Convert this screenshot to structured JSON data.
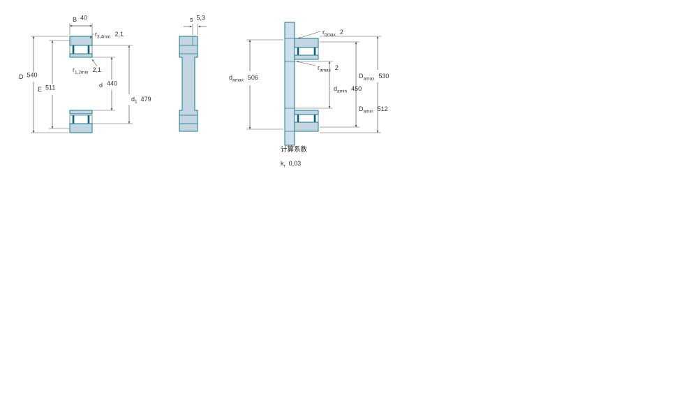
{
  "drawing": {
    "type": "cylindrical-roller-bearing-drawing",
    "colors": {
      "outline": "#1a768f",
      "ring_fill": "#c4d5e2",
      "housing_fill": "#cfdfeb",
      "cage_fill": "#0e5a74",
      "dimension_line": "#555555",
      "text": "#333333"
    },
    "dimensions": {
      "B": {
        "main": "B",
        "sub": "",
        "value": "40"
      },
      "r34min": {
        "main": "r",
        "sub": "3,4min",
        "value": "2,1"
      },
      "r12min": {
        "main": "r",
        "sub": "1,2min",
        "value": "2,1"
      },
      "d": {
        "main": "d",
        "sub": "",
        "value": "440"
      },
      "d1": {
        "main": "d",
        "sub": "1",
        "value": "479"
      },
      "D": {
        "main": "D",
        "sub": "",
        "value": "540"
      },
      "E": {
        "main": "E",
        "sub": "",
        "value": "511"
      },
      "s": {
        "main": "s",
        "sub": "",
        "value": "5,3"
      },
      "rbmax": {
        "main": "r",
        "sub": "bmax",
        "value": "2"
      },
      "ramax": {
        "main": "r",
        "sub": "amax",
        "value": "2"
      },
      "damax": {
        "main": "d",
        "sub": "amax",
        "value": "506"
      },
      "damin": {
        "main": "d",
        "sub": "amin",
        "value": "450"
      },
      "Damax": {
        "main": "D",
        "sub": "amax",
        "value": "530"
      },
      "Damin": {
        "main": "D",
        "sub": "amin",
        "value": "512"
      }
    },
    "calculation": {
      "title": "计算系数",
      "kr": {
        "main": "k",
        "sub": "r",
        "value": "0,03"
      }
    }
  }
}
